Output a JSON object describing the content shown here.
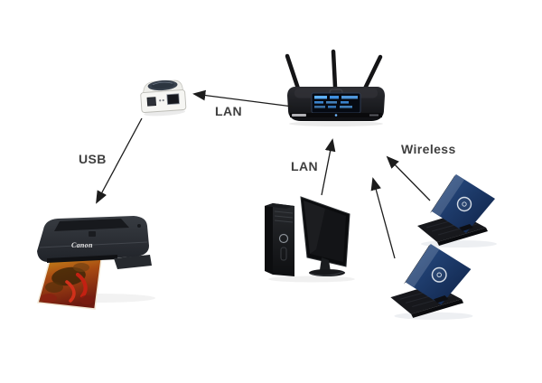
{
  "diagram": {
    "background": "#ffffff",
    "label_color": "#3f3f3f",
    "arrow_color": "#1c1c1c",
    "labels": {
      "lan_print_server": "LAN",
      "usb": "USB",
      "lan_desktop": "LAN",
      "wireless": "Wireless"
    },
    "devices": {
      "print_server": {
        "icon": "print-server-icon"
      },
      "router": {
        "icon": "wireless-router-icon",
        "lcd_glow": "#4da3ff",
        "body_color": "#17181b"
      },
      "printer": {
        "icon": "printer-icon",
        "brand": "Canon",
        "body_color": "#2b2e33",
        "photo_colors": {
          "yellow": "#cf9a1c",
          "red": "#8a2012",
          "chili": "#c42012"
        }
      },
      "desktop": {
        "icon": "desktop-pc-icon"
      },
      "laptop_top": {
        "icon": "laptop-icon",
        "lid_color": "#1d3a66"
      },
      "laptop_bottom": {
        "icon": "laptop-icon",
        "lid_color": "#1d3a66"
      }
    }
  }
}
